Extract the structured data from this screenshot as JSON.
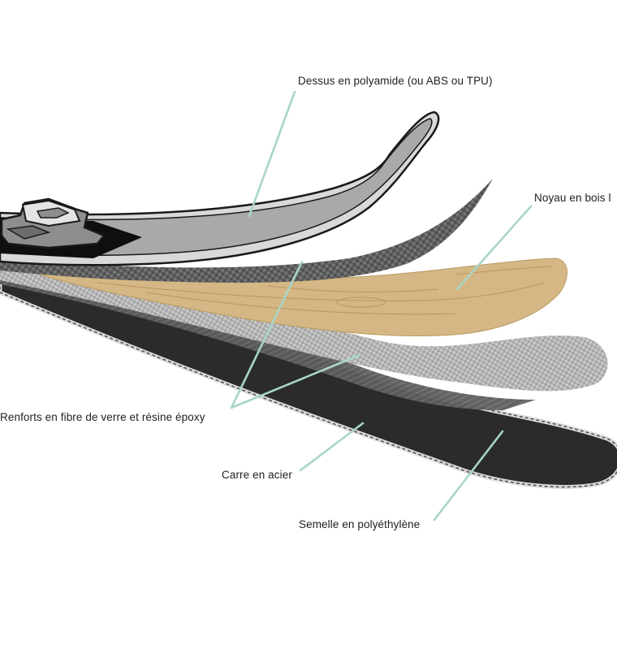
{
  "labels": {
    "topsheet": "Dessus en polyamide (ou ABS ou TPU)",
    "core": "Noyau en bois l",
    "reinforcement": "Renforts en fibre de verre et résine époxy",
    "edge": "Carre en acier",
    "base": "Semelle en polyéthylène"
  },
  "colors": {
    "leader": "#a9d6c3",
    "topsheet": "#a7a7a7",
    "wood": "#d5b785",
    "fiberglass": "#6f6f6f",
    "base": "#2c2c2c",
    "edge": "#d8d8d8"
  }
}
